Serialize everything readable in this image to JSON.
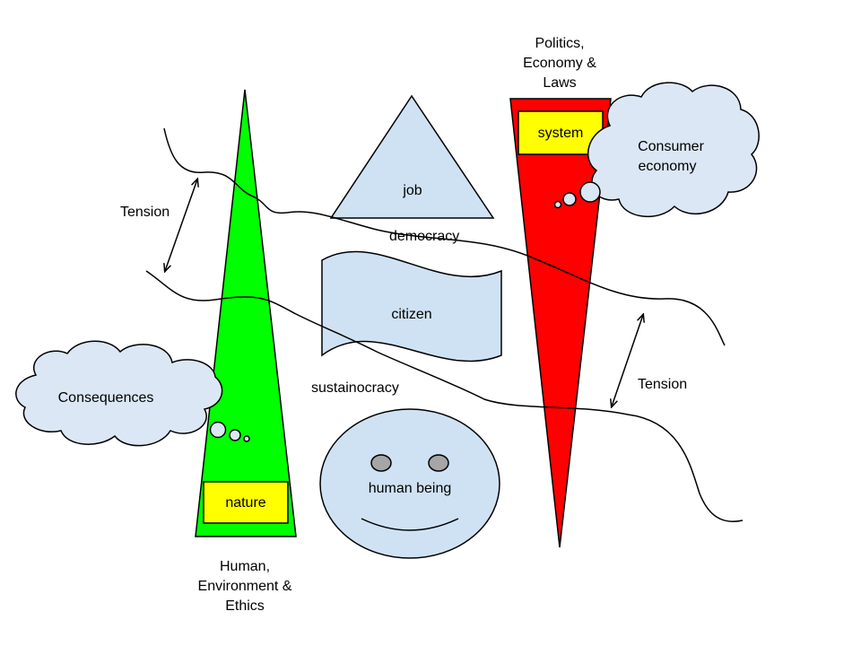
{
  "colors": {
    "green_triangle": "#00ff00",
    "red_triangle": "#ff0000",
    "yellow_box": "#ffff00",
    "light_blue": "#cfe2f3",
    "bubble_fill": "#dbe7f4",
    "eye_fill": "#a6a6a6"
  },
  "left_pillar": {
    "label_lines": [
      "Human,",
      "Environment &",
      "Ethics"
    ],
    "box_label": "nature"
  },
  "right_pillar": {
    "label_lines": [
      "Politics,",
      "Economy &",
      "Laws"
    ],
    "box_label": "system"
  },
  "clouds": {
    "consumer_lines": [
      "Consumer",
      "economy"
    ],
    "consequences": "Consequences"
  },
  "center": {
    "job": "job",
    "democracy": "democracy",
    "citizen": "citizen",
    "sustainocracy": "sustainocracy",
    "human_being": "human being"
  },
  "tension": {
    "left": "Tension",
    "right": "Tension"
  }
}
